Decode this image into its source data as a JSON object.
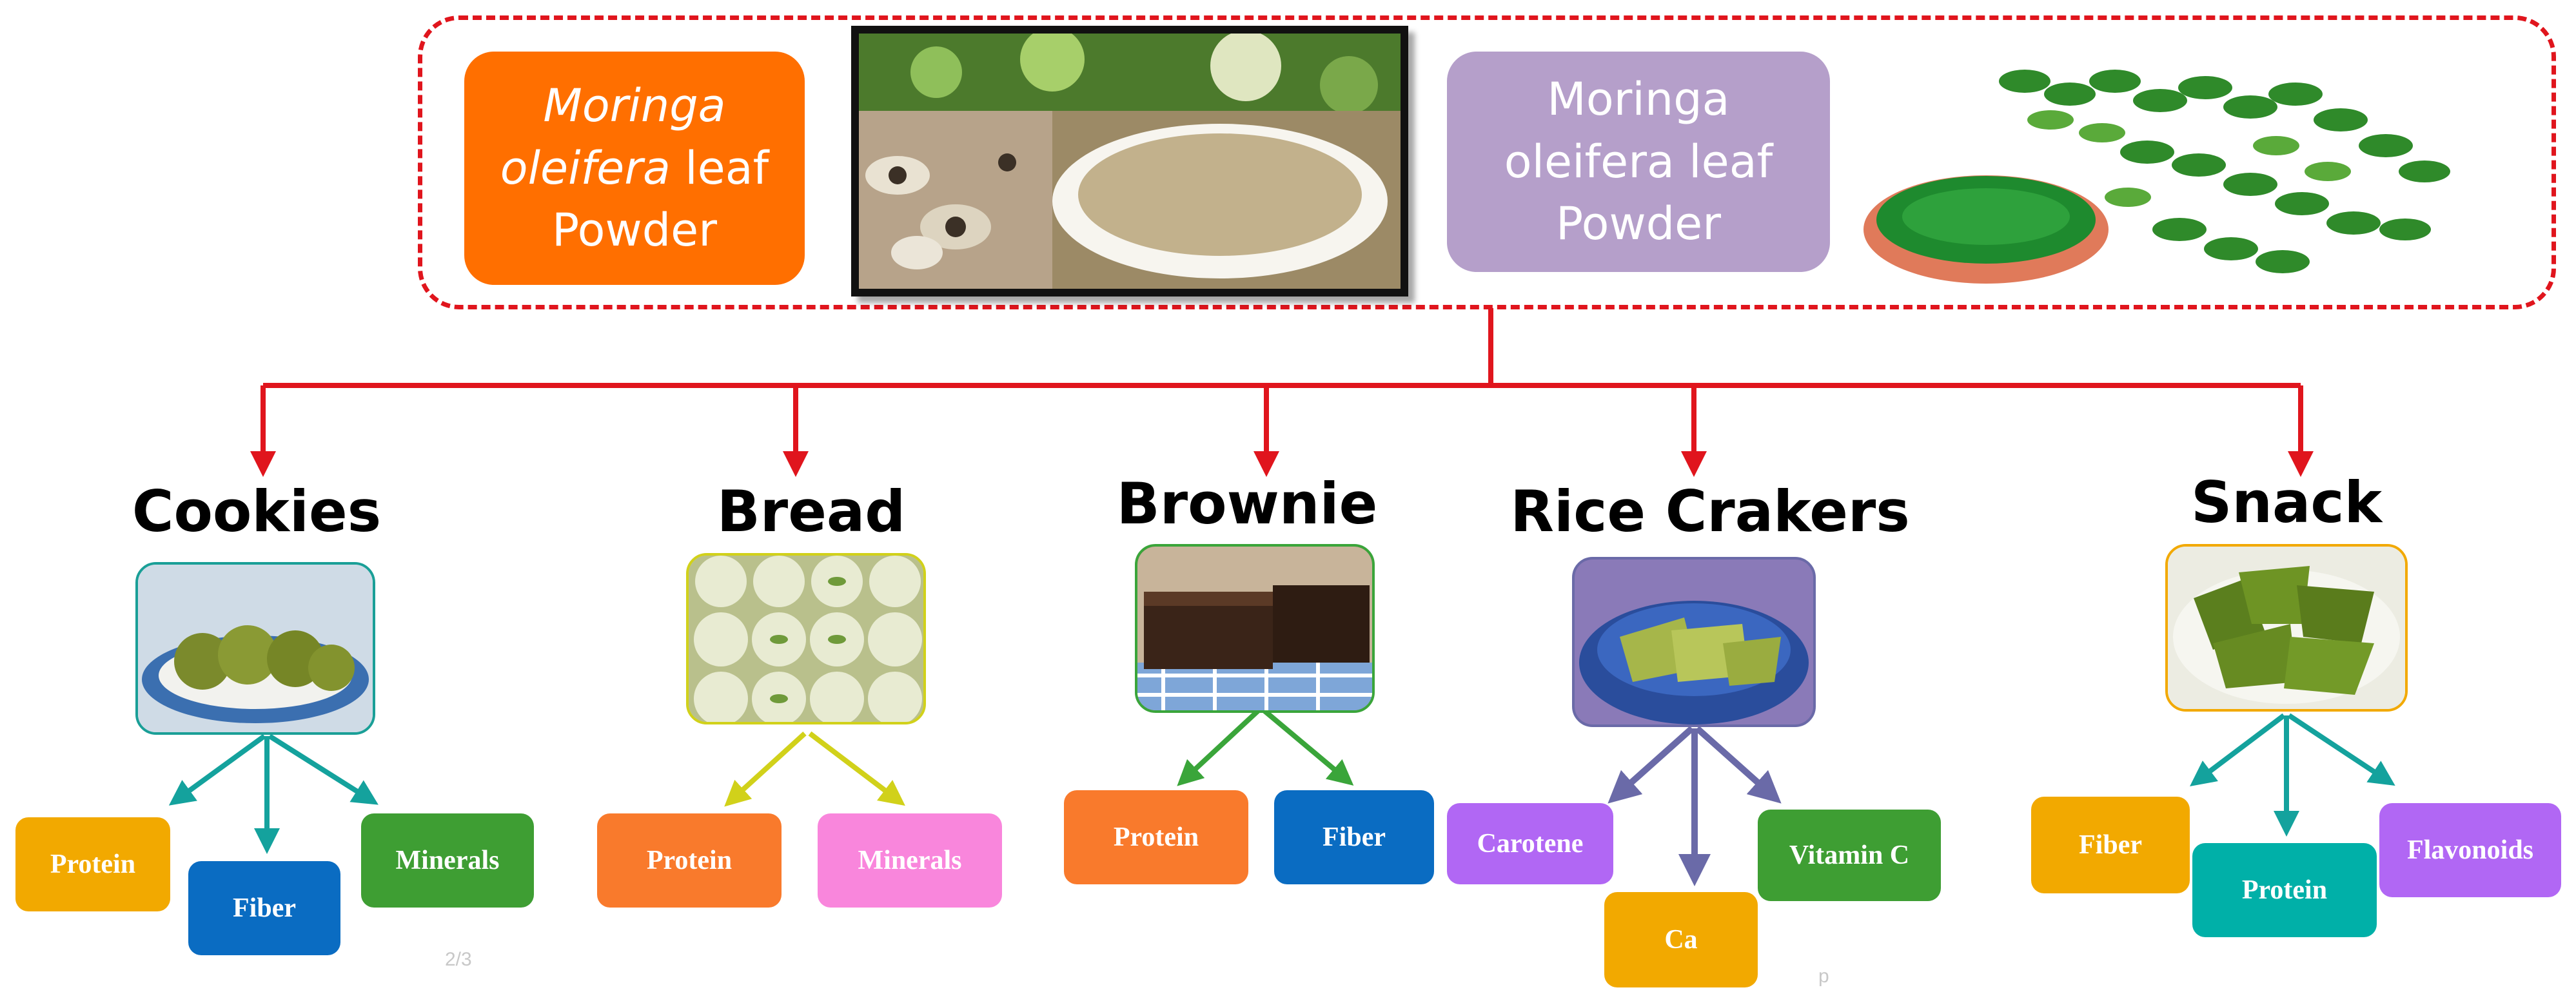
{
  "header": {
    "title_left": {
      "italic": "Moringa oleifera",
      "plain": " leaf Powder"
    },
    "title_right": "Moringa oleifera leaf Powder"
  },
  "colors": {
    "connector_red": "#e0151d",
    "orange": "#ff6f00",
    "lavender": "#b59fca",
    "gold": "#f2a900",
    "blue": "#0a6cc2",
    "green": "#3e9e33",
    "pink": "#f986dc",
    "orange_box": "#f97a2c",
    "purple": "#b167f4",
    "teal": "#00b0a8",
    "arrow_teal": "#14a29d",
    "arrow_yellow": "#d1d11a",
    "arrow_green": "#3aa53a",
    "arrow_slate": "#6a6aa8"
  },
  "products": [
    {
      "name": "Cookies",
      "nutrients": [
        "Protein",
        "Fiber",
        "Minerals"
      ]
    },
    {
      "name": "Bread",
      "nutrients": [
        "Protein",
        "Minerals"
      ]
    },
    {
      "name": "Brownie",
      "nutrients": [
        "Protein",
        "Fiber"
      ]
    },
    {
      "name": "Rice Crakers",
      "nutrients": [
        "Carotene",
        "Ca",
        "Vitamin C"
      ]
    },
    {
      "name": "Snack",
      "nutrients": [
        "Fiber",
        "Protein",
        "Flavonoids"
      ]
    }
  ],
  "faint_marks": [
    "2/3",
    "p"
  ]
}
